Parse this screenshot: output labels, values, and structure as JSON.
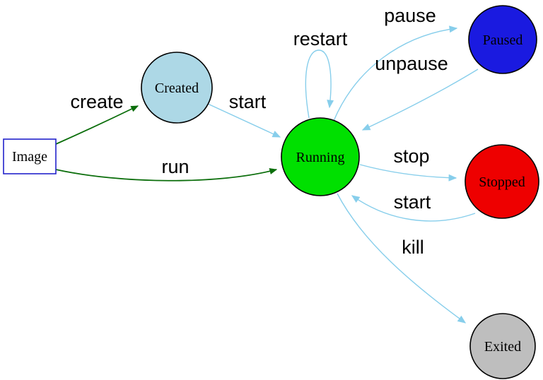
{
  "nodes": {
    "image": {
      "label": "Image",
      "fill": "#ffffff",
      "stroke": "#2323cc",
      "shape": "rectangle"
    },
    "created": {
      "label": "Created",
      "fill": "#add8e6",
      "stroke": "#000000",
      "shape": "circle"
    },
    "running": {
      "label": "Running",
      "fill": "#00e000",
      "stroke": "#000000",
      "shape": "circle"
    },
    "paused": {
      "label": "Paused",
      "fill": "#1a1ae0",
      "stroke": "#000000",
      "shape": "circle"
    },
    "stopped": {
      "label": "Stopped",
      "fill": "#ee0000",
      "stroke": "#000000",
      "shape": "circle"
    },
    "exited": {
      "label": "Exited",
      "fill": "#bebebe",
      "stroke": "#000000",
      "shape": "circle"
    }
  },
  "edges": [
    {
      "from": "Image",
      "to": "Created",
      "label": "create",
      "color": "#0b6e0b"
    },
    {
      "from": "Image",
      "to": "Running",
      "label": "run",
      "color": "#0b6e0b"
    },
    {
      "from": "Created",
      "to": "Running",
      "label": "start",
      "color": "#87ceeb"
    },
    {
      "from": "Running",
      "to": "Running",
      "label": "restart",
      "color": "#87ceeb"
    },
    {
      "from": "Running",
      "to": "Paused",
      "label": "pause",
      "color": "#87ceeb"
    },
    {
      "from": "Paused",
      "to": "Running",
      "label": "unpause",
      "color": "#87ceeb"
    },
    {
      "from": "Running",
      "to": "Stopped",
      "label": "stop",
      "color": "#87ceeb"
    },
    {
      "from": "Stopped",
      "to": "Running",
      "label": "start",
      "color": "#87ceeb"
    },
    {
      "from": "Running",
      "to": "Exited",
      "label": "kill",
      "color": "#87ceeb"
    }
  ],
  "palette": {
    "edge_blue": "#87ceeb",
    "edge_green": "#0b6e0b",
    "background": "#ffffff",
    "text": "#000000"
  }
}
